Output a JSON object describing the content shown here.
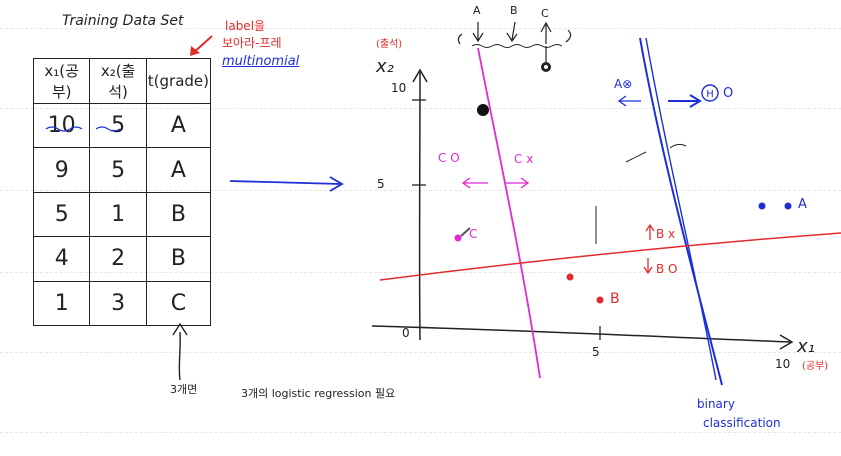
{
  "table_title": "Training Data Set",
  "note_red_1": "label을",
  "note_red_2": "보아라-프레",
  "note_blue_3": "multinomial",
  "table": {
    "headers": [
      "x₁(공부)",
      "x₂(출석)",
      "t(grade)"
    ],
    "rows": [
      [
        "10",
        "5",
        "A"
      ],
      [
        "9",
        "5",
        "A"
      ],
      [
        "5",
        "1",
        "B"
      ],
      [
        "4",
        "2",
        "B"
      ],
      [
        "1",
        "3",
        "C"
      ]
    ]
  },
  "bottom_note_1": "3개면",
  "bottom_note_2": "3개의 logistic regression 필요",
  "plot": {
    "y_axis_label": "x₂",
    "y_axis_note": "(출석)",
    "x_axis_label": "x₁",
    "x_axis_note": "(공부)",
    "y_ticks": [
      "10",
      "5",
      "0"
    ],
    "x_ticks": [
      "5",
      "10"
    ],
    "legend_labels": [
      "A",
      "B",
      "C"
    ],
    "annotations": {
      "c_o": "C O",
      "c_x": "C x",
      "a_x": "A⊗",
      "a_o": "O",
      "b_x": "B x",
      "b_o": "B O",
      "b_point": "B",
      "c_point": "C",
      "a_point": "A",
      "binary_1": "binary",
      "binary_2": "classification"
    }
  },
  "colors": {
    "ink": "#222222",
    "red": "#e32b2b",
    "blue": "#1d2fd6",
    "magenta": "#e22ad2"
  }
}
